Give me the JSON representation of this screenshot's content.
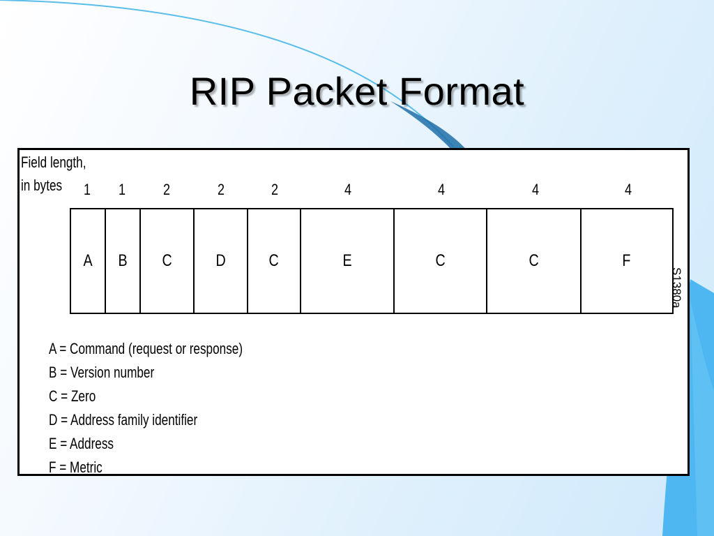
{
  "slide": {
    "title": "RIP Packet Format",
    "colors": {
      "background": "#e6f3fc",
      "accent": "#2aa8e8"
    }
  },
  "figure": {
    "caption_line1": "Field length,",
    "caption_line2": "in bytes",
    "fields": [
      {
        "label": "A",
        "bytes": "1"
      },
      {
        "label": "B",
        "bytes": "1"
      },
      {
        "label": "C",
        "bytes": "2"
      },
      {
        "label": "D",
        "bytes": "2"
      },
      {
        "label": "C",
        "bytes": "2"
      },
      {
        "label": "E",
        "bytes": "4"
      },
      {
        "label": "C",
        "bytes": "4"
      },
      {
        "label": "C",
        "bytes": "4"
      },
      {
        "label": "F",
        "bytes": "4"
      }
    ],
    "figure_id": "S1380a",
    "legend": [
      "A = Command (request or response)",
      "B = Version number",
      "C = Zero",
      "D = Address family identifier",
      "E = Address",
      "F = Metric"
    ]
  }
}
